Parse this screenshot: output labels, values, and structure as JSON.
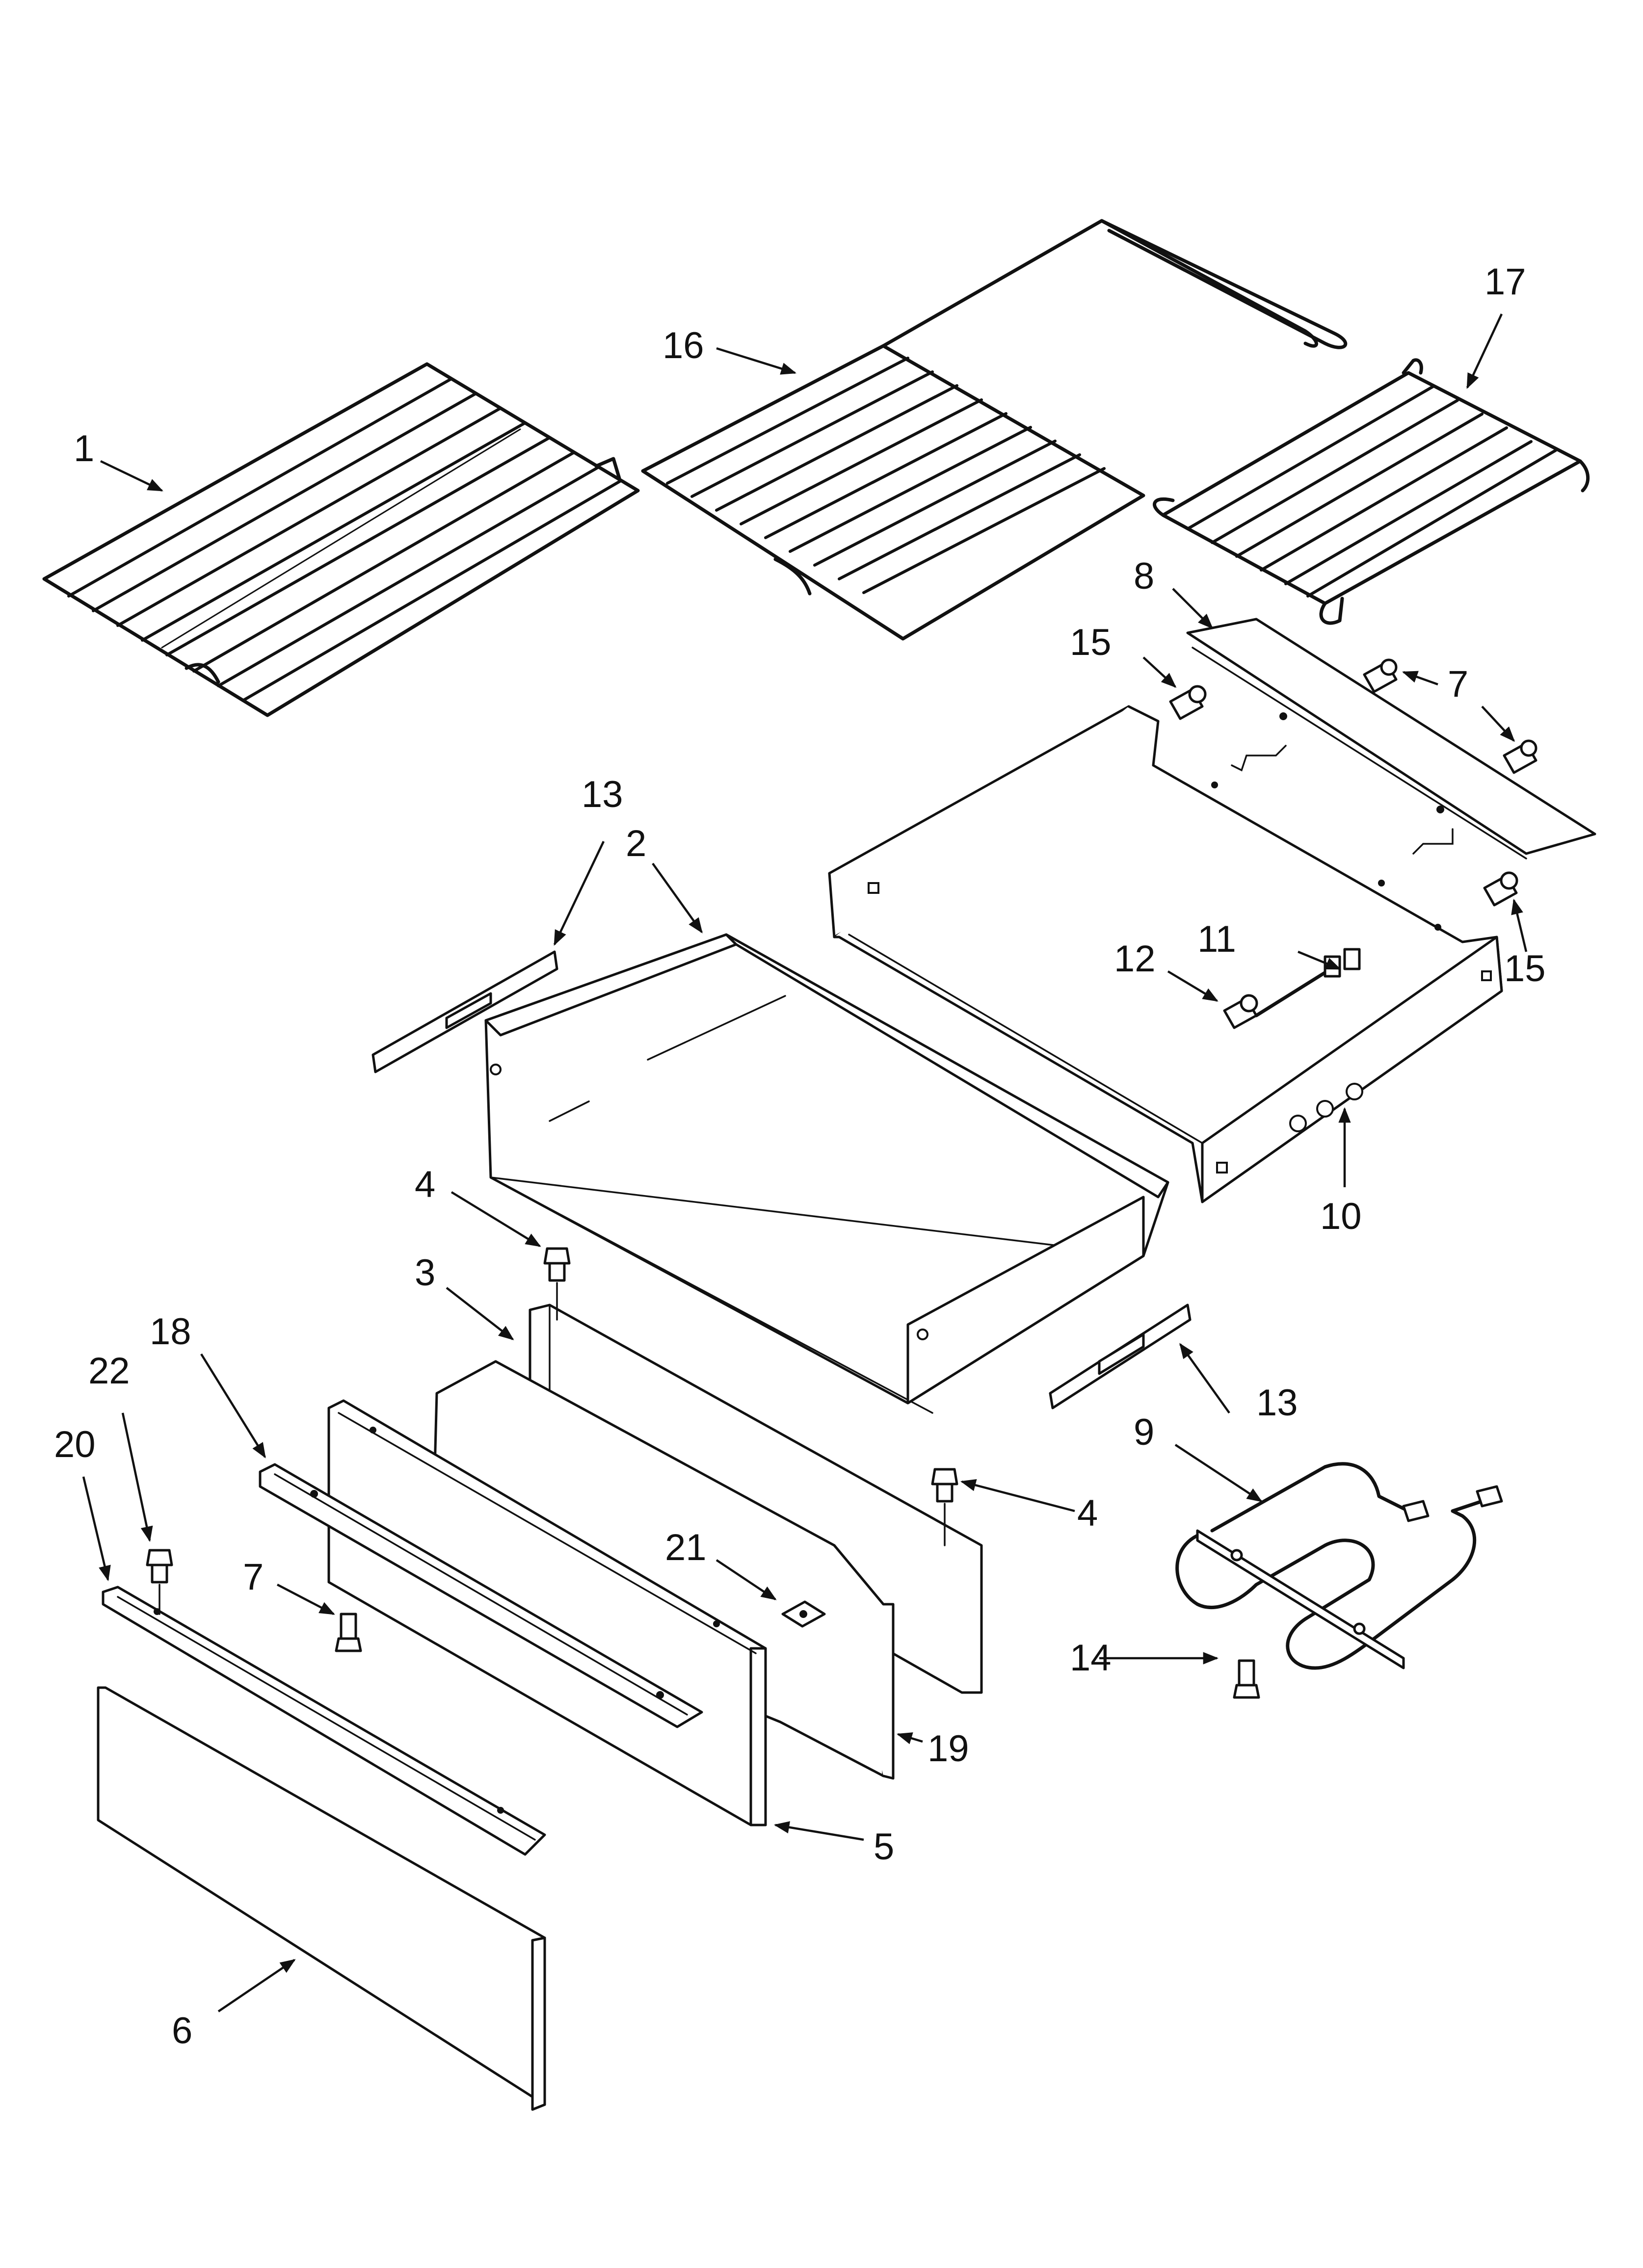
{
  "diagram": {
    "callouts": [
      {
        "id": "c1",
        "label": "1"
      },
      {
        "id": "c2",
        "label": "2"
      },
      {
        "id": "c3",
        "label": "3"
      },
      {
        "id": "c4a",
        "label": "4"
      },
      {
        "id": "c4b",
        "label": "4"
      },
      {
        "id": "c5",
        "label": "5"
      },
      {
        "id": "c6",
        "label": "6"
      },
      {
        "id": "c7a",
        "label": "7"
      },
      {
        "id": "c7b",
        "label": "7"
      },
      {
        "id": "c8",
        "label": "8"
      },
      {
        "id": "c9",
        "label": "9"
      },
      {
        "id": "c10",
        "label": "10"
      },
      {
        "id": "c11",
        "label": "11"
      },
      {
        "id": "c12",
        "label": "12"
      },
      {
        "id": "c13a",
        "label": "13"
      },
      {
        "id": "c13b",
        "label": "13"
      },
      {
        "id": "c14",
        "label": "14"
      },
      {
        "id": "c15a",
        "label": "15"
      },
      {
        "id": "c15b",
        "label": "15"
      },
      {
        "id": "c16",
        "label": "16"
      },
      {
        "id": "c17",
        "label": "17"
      },
      {
        "id": "c18",
        "label": "18"
      },
      {
        "id": "c19",
        "label": "19"
      },
      {
        "id": "c20",
        "label": "20"
      },
      {
        "id": "c21",
        "label": "21"
      },
      {
        "id": "c22",
        "label": "22"
      }
    ]
  }
}
